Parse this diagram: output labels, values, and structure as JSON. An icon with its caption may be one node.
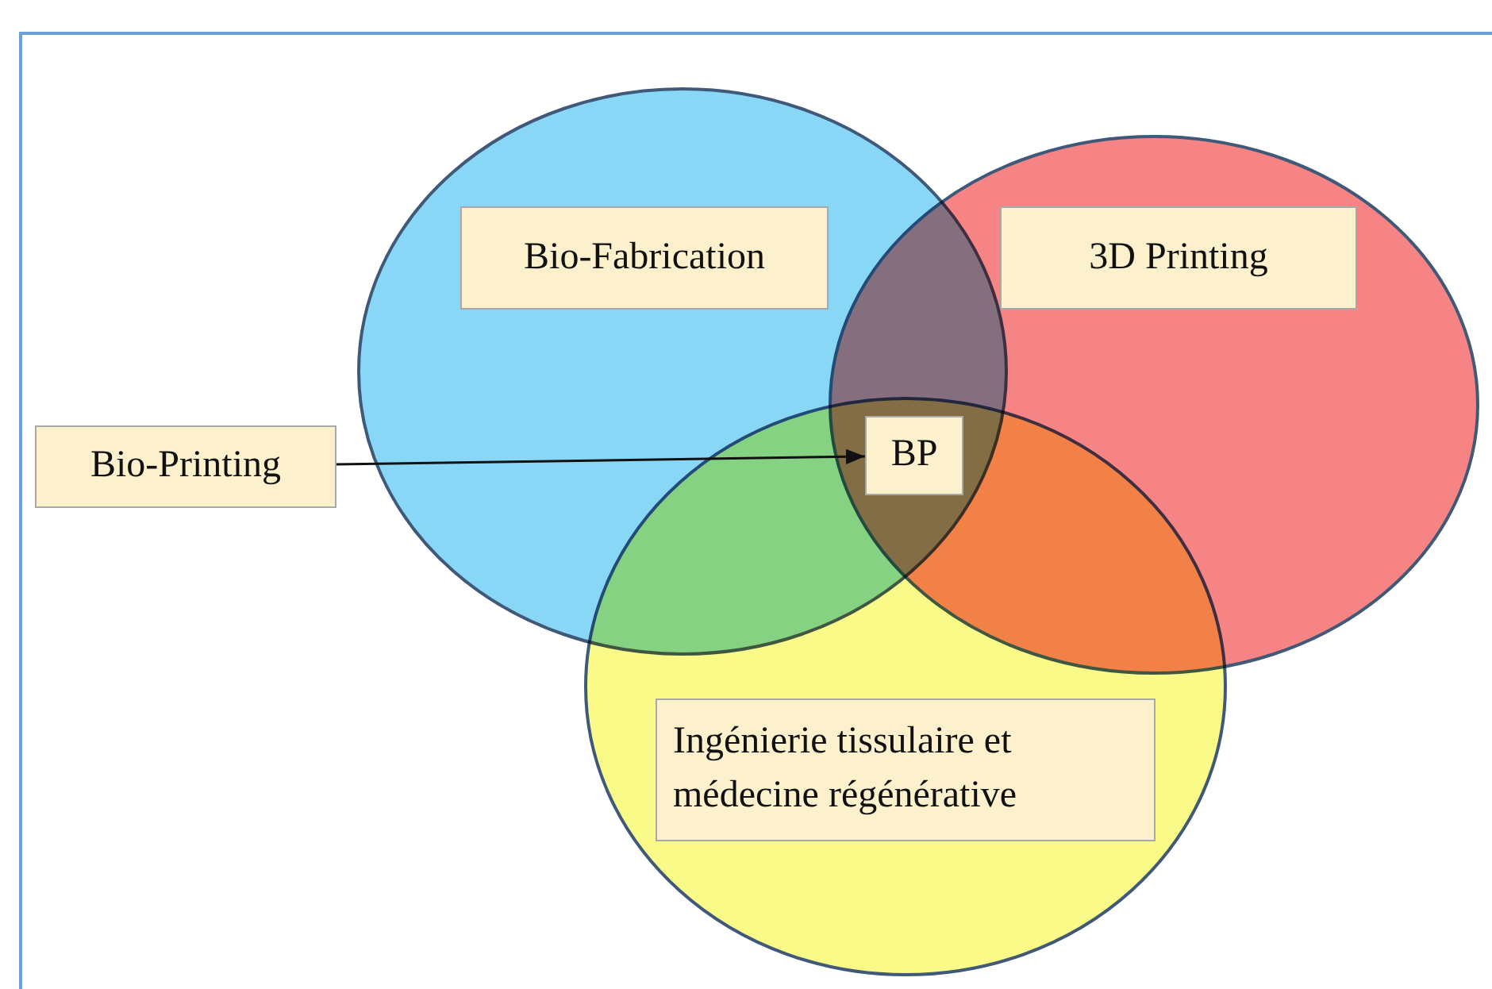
{
  "diagram": {
    "nodes": [
      {
        "text": [
          "Bio-Fabrication"
        ]
      },
      {
        "text": [
          "3D Printing"
        ]
      },
      {
        "text": [
          "Ingénierie tissulaire et médecine régénérative"
        ]
      },
      {
        "text": [
          "BP"
        ]
      },
      {
        "text": [
          "Bio-Printing"
        ]
      }
    ],
    "edges": [
      {
        "from": 4,
        "to": 3,
        "arrow": "to"
      }
    ]
  }
}
